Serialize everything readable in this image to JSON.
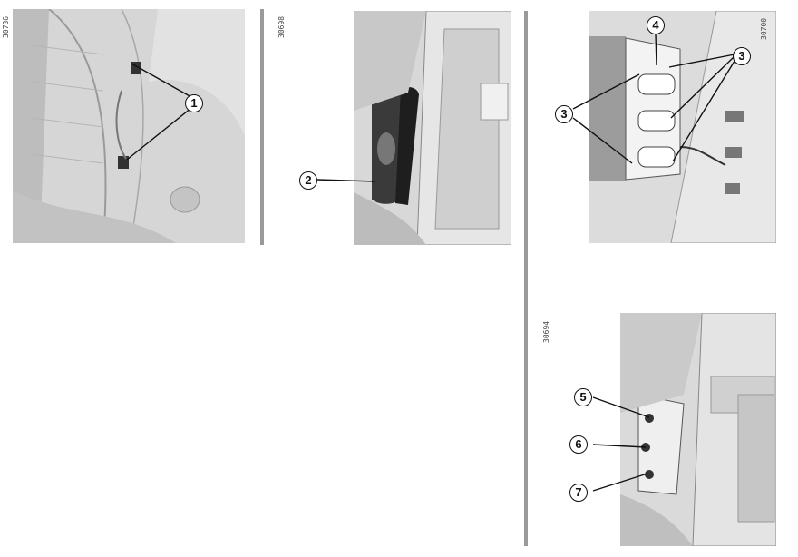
{
  "figures": [
    {
      "id": "30736",
      "callouts": [
        "1"
      ]
    },
    {
      "id": "30698",
      "callouts": [
        "2"
      ]
    },
    {
      "id": "30700",
      "callouts": [
        "4",
        "3",
        "3"
      ]
    },
    {
      "id": "30694",
      "callouts": [
        "5",
        "6",
        "7"
      ]
    }
  ]
}
